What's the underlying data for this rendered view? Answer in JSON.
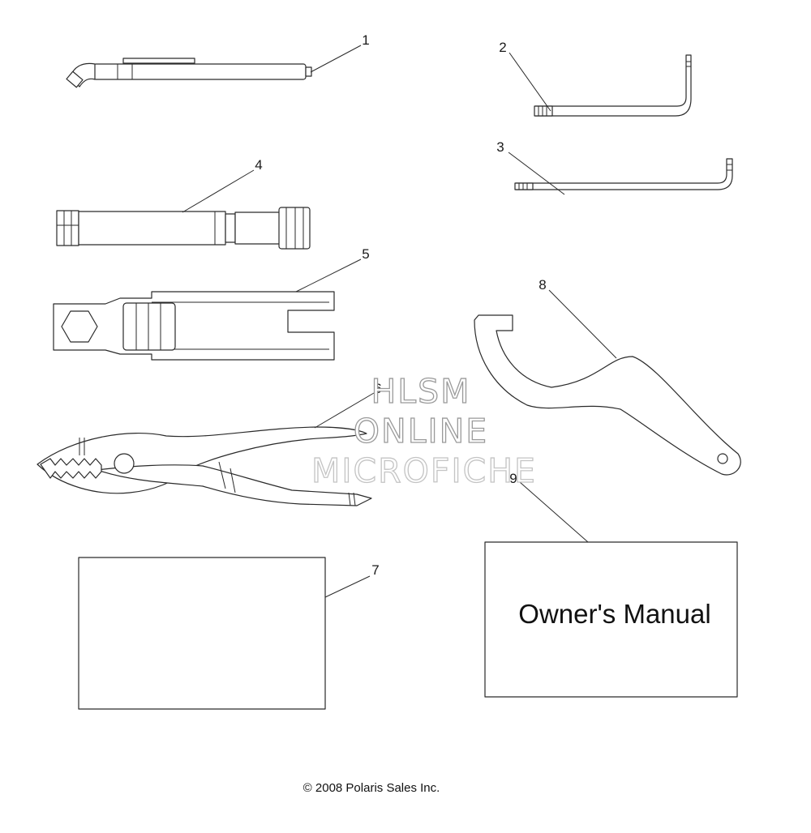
{
  "diagram": {
    "callouts": [
      "1",
      "2",
      "3",
      "4",
      "5",
      "6",
      "7",
      "8",
      "9"
    ],
    "manual_label": "Owner's Manual",
    "copyright": "© 2008 Polaris Sales Inc.",
    "watermark": {
      "line1": "HLSM",
      "line2": "ONLINE",
      "line3": "MICROFICHE"
    }
  }
}
